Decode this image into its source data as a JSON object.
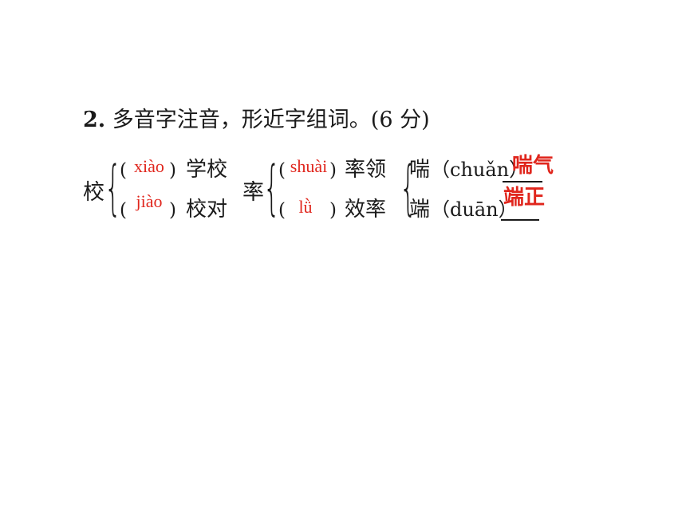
{
  "question": {
    "number": "2.",
    "text": "多音字注音，形近字组词。(6 分)"
  },
  "group1": {
    "char": "校",
    "rows": [
      {
        "open": "(",
        "pinyin": "xiào",
        "close": ")",
        "word": "学校"
      },
      {
        "open": "(",
        "pinyin": "jiào",
        "close": ")",
        "word": "校对"
      }
    ]
  },
  "group2": {
    "char": "率",
    "rows": [
      {
        "open": "(",
        "pinyin": "shuài",
        "close": ")",
        "word": "率领"
      },
      {
        "open": "(",
        "pinyin": "lǜ",
        "close": ")",
        "word": "效率"
      }
    ]
  },
  "group3": {
    "rows": [
      {
        "char": "喘",
        "reading": "（chuǎn）",
        "answer": "喘气"
      },
      {
        "char": "端",
        "reading": "（duān）",
        "answer": "端正"
      }
    ]
  },
  "colors": {
    "answer": "#e0261d",
    "text": "#1a1a1a"
  }
}
